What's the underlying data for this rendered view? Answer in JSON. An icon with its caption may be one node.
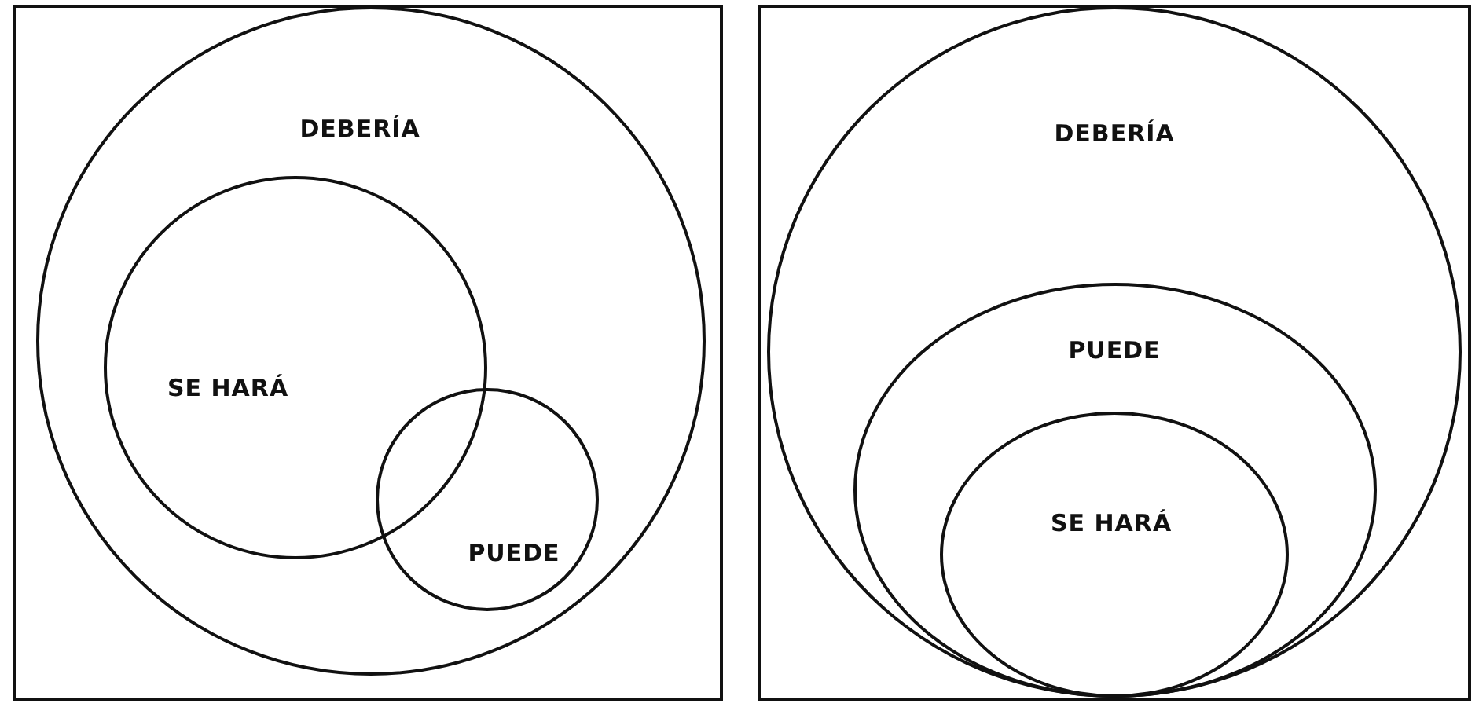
{
  "diagram": {
    "nodes": [
      {
        "text": [],
        "shape": "box"
      },
      {
        "text": [
          "DEBERÍA"
        ],
        "in": 0
      },
      {
        "text": [
          "SE HARÁ"
        ],
        "in": 1
      },
      {
        "text": [
          "PUEDE"
        ],
        "in": 1
      },
      {
        "text": [],
        "shape": "box"
      },
      {
        "text": [
          "DEBERÍA"
        ],
        "in": 4
      },
      {
        "text": [
          "PUEDE"
        ],
        "in": 5
      },
      {
        "text": [
          "SE HARÁ"
        ],
        "in": 6
      }
    ]
  }
}
